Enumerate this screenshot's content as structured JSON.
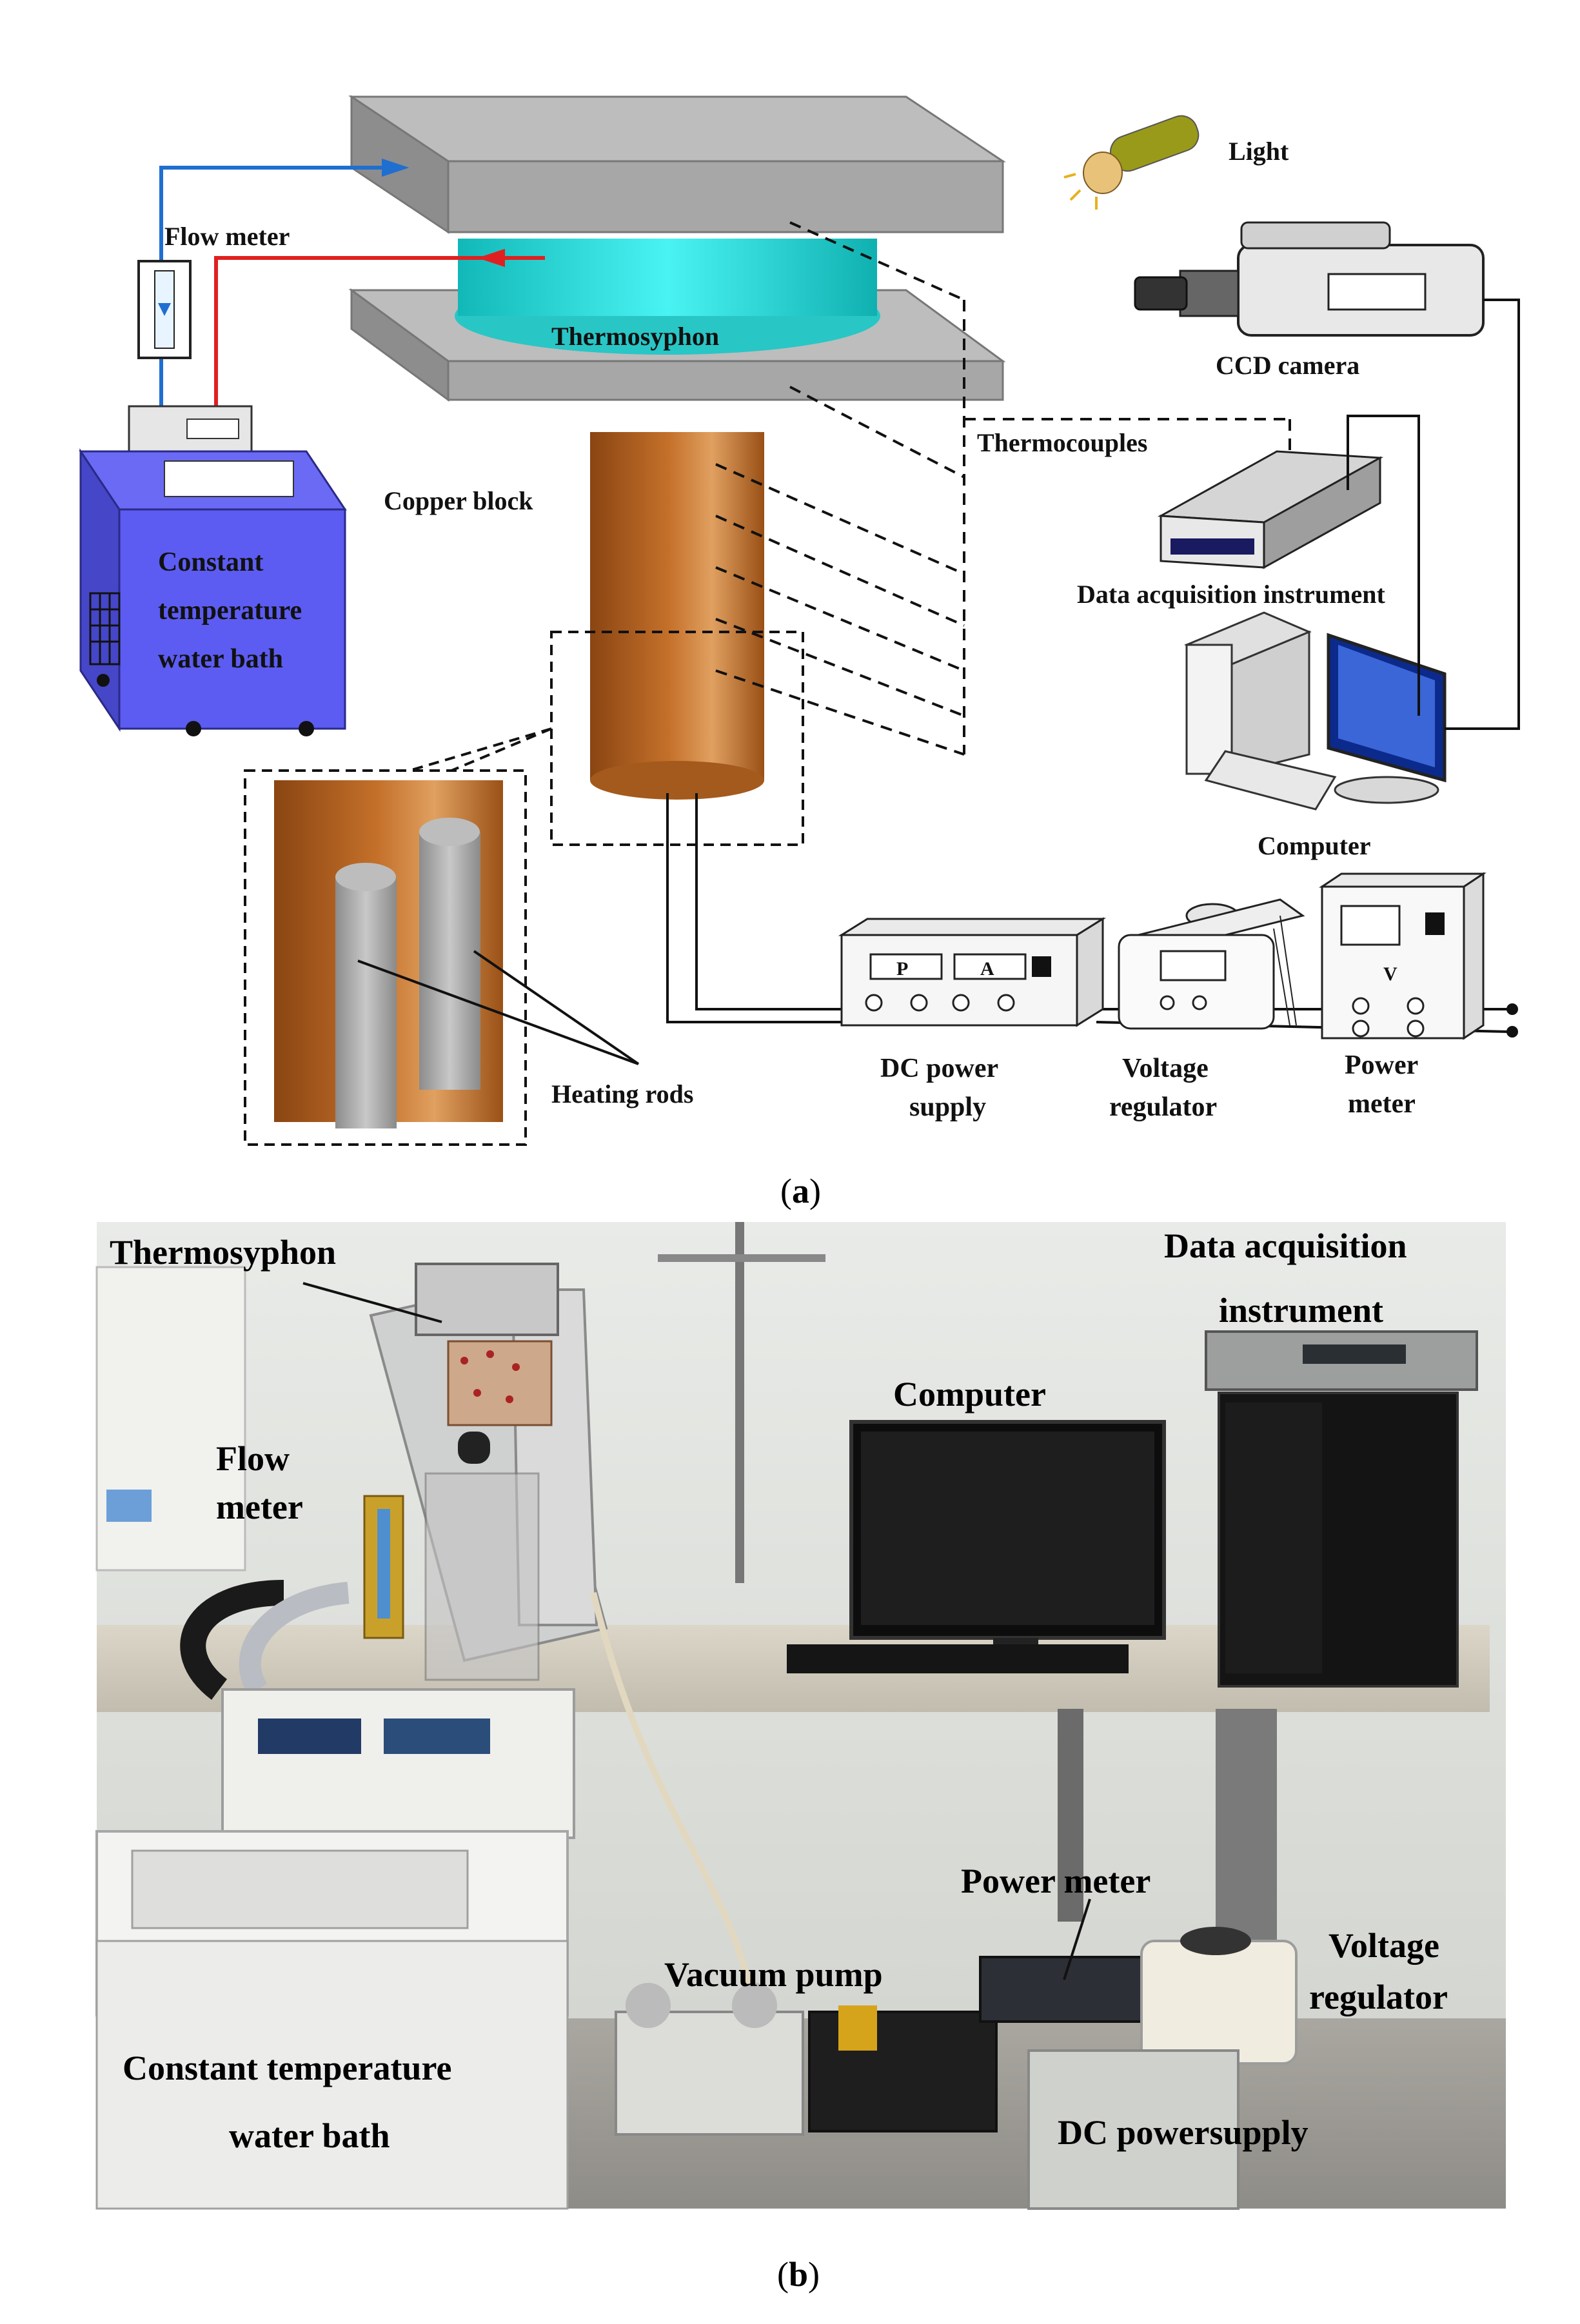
{
  "diagram_a": {
    "labels": {
      "light": "Light",
      "flow_meter": "Flow meter",
      "thermosyphon": "Thermosyphon",
      "ccd_camera": "CCD camera",
      "thermocouples": "Thermocouples",
      "copper_block": "Copper block",
      "bath_line1": "Constant",
      "bath_line2": "temperature",
      "bath_line3": "water bath",
      "data_acq": "Data acquisition instrument",
      "computer": "Computer",
      "heating_rods": "Heating rods",
      "dc_line1": "DC power",
      "dc_line2": "supply",
      "vr_line1": "Voltage",
      "vr_line2": "regulator",
      "pm_line1": "Power",
      "pm_line2": "meter",
      "panel_p": "P",
      "panel_a": "A",
      "panel_v": "V"
    },
    "caption_open": "(",
    "caption_letter": "a",
    "caption_close": ")"
  },
  "photo_b": {
    "labels": {
      "thermosyphon": "Thermosyphon",
      "data_acq_line1": "Data acquisition",
      "data_acq_line2": "instrument",
      "computer": "Computer",
      "flow_line1": "Flow",
      "flow_line2": "meter",
      "power_meter": "Power meter",
      "vacuum_pump": "Vacuum pump",
      "vr_line1": "Voltage",
      "vr_line2": "regulator",
      "bath_line1": "Constant temperature",
      "bath_line2": "water bath",
      "dc": "DC powersupply"
    },
    "caption_open": "(",
    "caption_letter": "b",
    "caption_close": ")"
  },
  "colors": {
    "plate": "#a7a7a7",
    "thermosyphon": "#22dede",
    "copper": "#b8621d",
    "water_bath": "#5c5cf2",
    "cold_line": "#1f6fd0",
    "hot_line": "#e02020"
  }
}
